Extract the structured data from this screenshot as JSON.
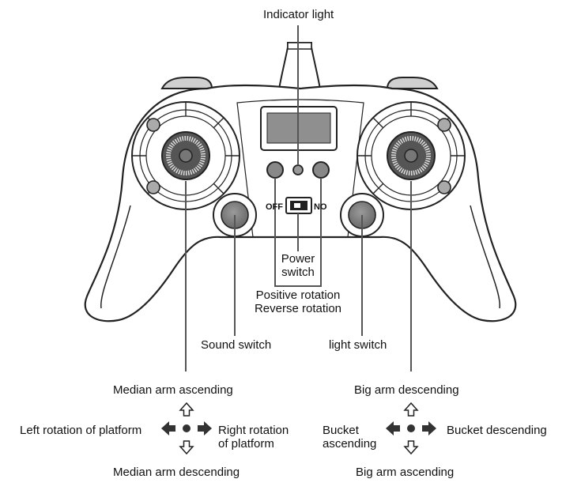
{
  "labels": {
    "indicator_light": "Indicator light",
    "power_switch_line1": "Power",
    "power_switch_line2": "switch",
    "positive_rotation": "Positive rotation",
    "reverse_rotation": "Reverse rotation",
    "sound_switch": "Sound switch",
    "light_switch": "light switch",
    "switch_off": "OFF",
    "switch_on": "NO"
  },
  "left_stick": {
    "up": "Median arm ascending",
    "down": "Median arm descending",
    "left": "Left rotation of platform",
    "right_line1": "Right rotation",
    "right_line2": "of platform"
  },
  "right_stick": {
    "up": "Big arm descending",
    "down": "Big arm ascending",
    "left_line1": "Bucket",
    "left_line2": "ascending",
    "right": "Bucket descending"
  }
}
